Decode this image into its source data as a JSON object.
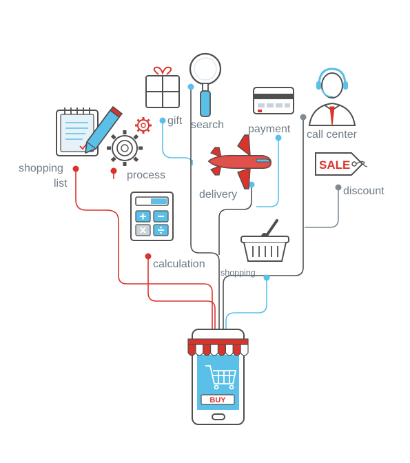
{
  "labels": {
    "shopping_list": "shopping list",
    "process": "process",
    "gift": "gift",
    "search": "search",
    "payment": "payment",
    "call_center": "call center",
    "delivery": "delivery",
    "sale": "SALE",
    "discount": "discount",
    "calculation": "calculation",
    "shopping": "shopping",
    "buy": "BUY"
  },
  "colors": {
    "outline": "#4f4f4f",
    "red": "#d9342b",
    "blue": "#5bc0e8",
    "gray": "#7d8a94",
    "text": "#6f7b86"
  }
}
